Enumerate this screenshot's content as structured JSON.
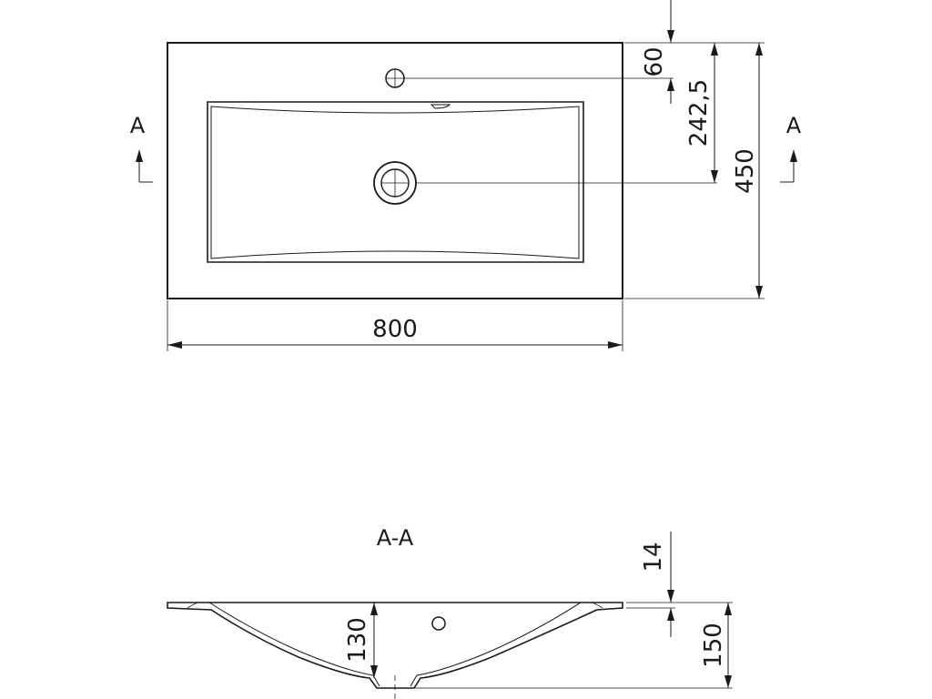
{
  "plan_view": {
    "section_marker_left": "A",
    "section_marker_right": "A",
    "dims": {
      "width": "800",
      "depth": "450",
      "tap_offset": "60",
      "drain_offset": "242,5"
    }
  },
  "section_view": {
    "title": "A-A",
    "dims": {
      "rim_thickness": "14",
      "bowl_depth": "130",
      "total_height": "150"
    }
  }
}
